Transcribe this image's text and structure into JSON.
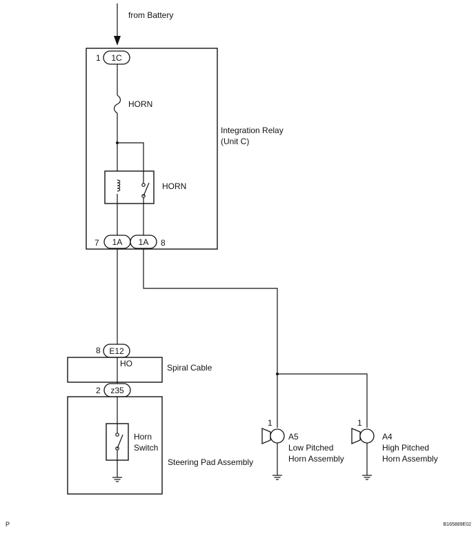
{
  "battery": {
    "label": "from Battery"
  },
  "integration_relay": {
    "name_line1": "Integration Relay",
    "name_line2": "(Unit C)",
    "top_connector": {
      "code": "1C",
      "pin": "1"
    },
    "fuse_label": "HORN",
    "relay_label": "HORN",
    "bottom_left_connector": {
      "code": "1A",
      "pin": "7"
    },
    "bottom_right_connector": {
      "code": "1A",
      "pin": "8"
    }
  },
  "spiral_cable": {
    "name": "Spiral Cable",
    "signal": "HO",
    "top_connector": {
      "code": "E12",
      "pin": "8"
    },
    "bottom_connector": {
      "code": "z35",
      "pin": "2"
    }
  },
  "steering_pad": {
    "name": "Steering Pad Assembly",
    "switch_line1": "Horn",
    "switch_line2": "Switch"
  },
  "horn_low": {
    "pin": "1",
    "code": "A5",
    "name_line1": "Low Pitched",
    "name_line2": "Horn Assembly"
  },
  "horn_high": {
    "pin": "1",
    "code": "A4",
    "name_line1": "High Pitched",
    "name_line2": "Horn Assembly"
  },
  "footer": {
    "left": "P",
    "right": "B165889E02"
  }
}
